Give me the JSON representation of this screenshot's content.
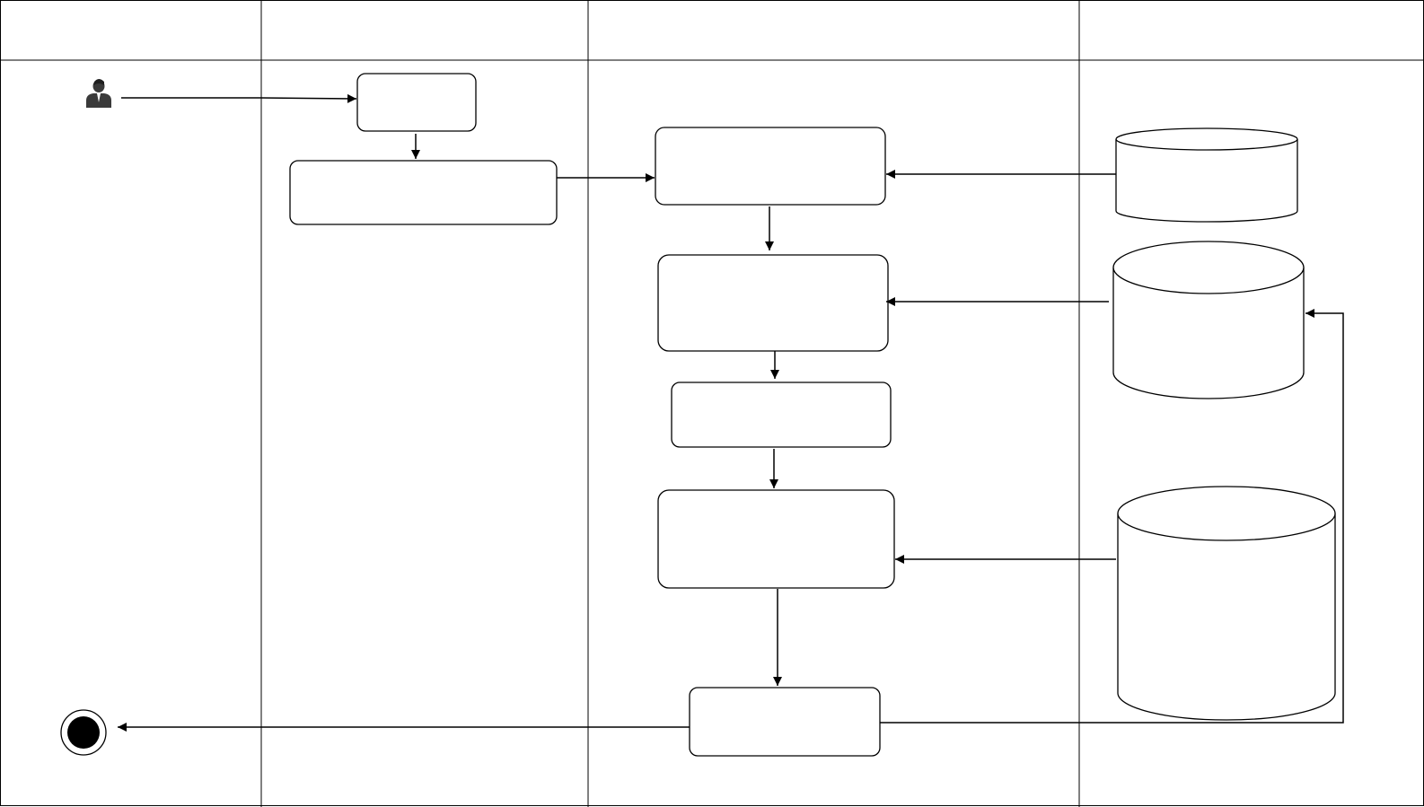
{
  "diagram": {
    "type": "swimlane-activity",
    "lanes": [
      {
        "id": "lane-1",
        "label": ""
      },
      {
        "id": "lane-2",
        "label": ""
      },
      {
        "id": "lane-3",
        "label": ""
      },
      {
        "id": "lane-4",
        "label": ""
      }
    ],
    "nodes": [
      {
        "id": "actor",
        "kind": "actor",
        "label": ""
      },
      {
        "id": "step-1",
        "kind": "process",
        "label": ""
      },
      {
        "id": "step-2",
        "kind": "process",
        "label": ""
      },
      {
        "id": "step-3",
        "kind": "process",
        "label": ""
      },
      {
        "id": "step-4",
        "kind": "process",
        "label": ""
      },
      {
        "id": "step-5",
        "kind": "process",
        "label": ""
      },
      {
        "id": "step-6",
        "kind": "process",
        "label": ""
      },
      {
        "id": "step-7",
        "kind": "process",
        "label": ""
      },
      {
        "id": "store-1",
        "kind": "datastore",
        "label": ""
      },
      {
        "id": "store-2",
        "kind": "datastore",
        "label": ""
      },
      {
        "id": "store-3",
        "kind": "datastore",
        "label": ""
      },
      {
        "id": "end",
        "kind": "final",
        "label": ""
      }
    ],
    "edges": [
      {
        "from": "actor",
        "to": "step-1"
      },
      {
        "from": "step-1",
        "to": "step-2"
      },
      {
        "from": "step-2",
        "to": "step-3"
      },
      {
        "from": "store-1",
        "to": "step-3"
      },
      {
        "from": "step-3",
        "to": "step-4"
      },
      {
        "from": "store-2",
        "to": "step-4"
      },
      {
        "from": "step-4",
        "to": "step-5"
      },
      {
        "from": "step-5",
        "to": "step-6"
      },
      {
        "from": "store-3",
        "to": "step-6"
      },
      {
        "from": "step-6",
        "to": "step-7"
      },
      {
        "from": "step-7",
        "to": "store-2"
      },
      {
        "from": "step-7",
        "to": "end"
      }
    ]
  },
  "colors": {
    "stroke": "#000000",
    "background": "#ffffff",
    "actor": "#3a3a3a"
  }
}
